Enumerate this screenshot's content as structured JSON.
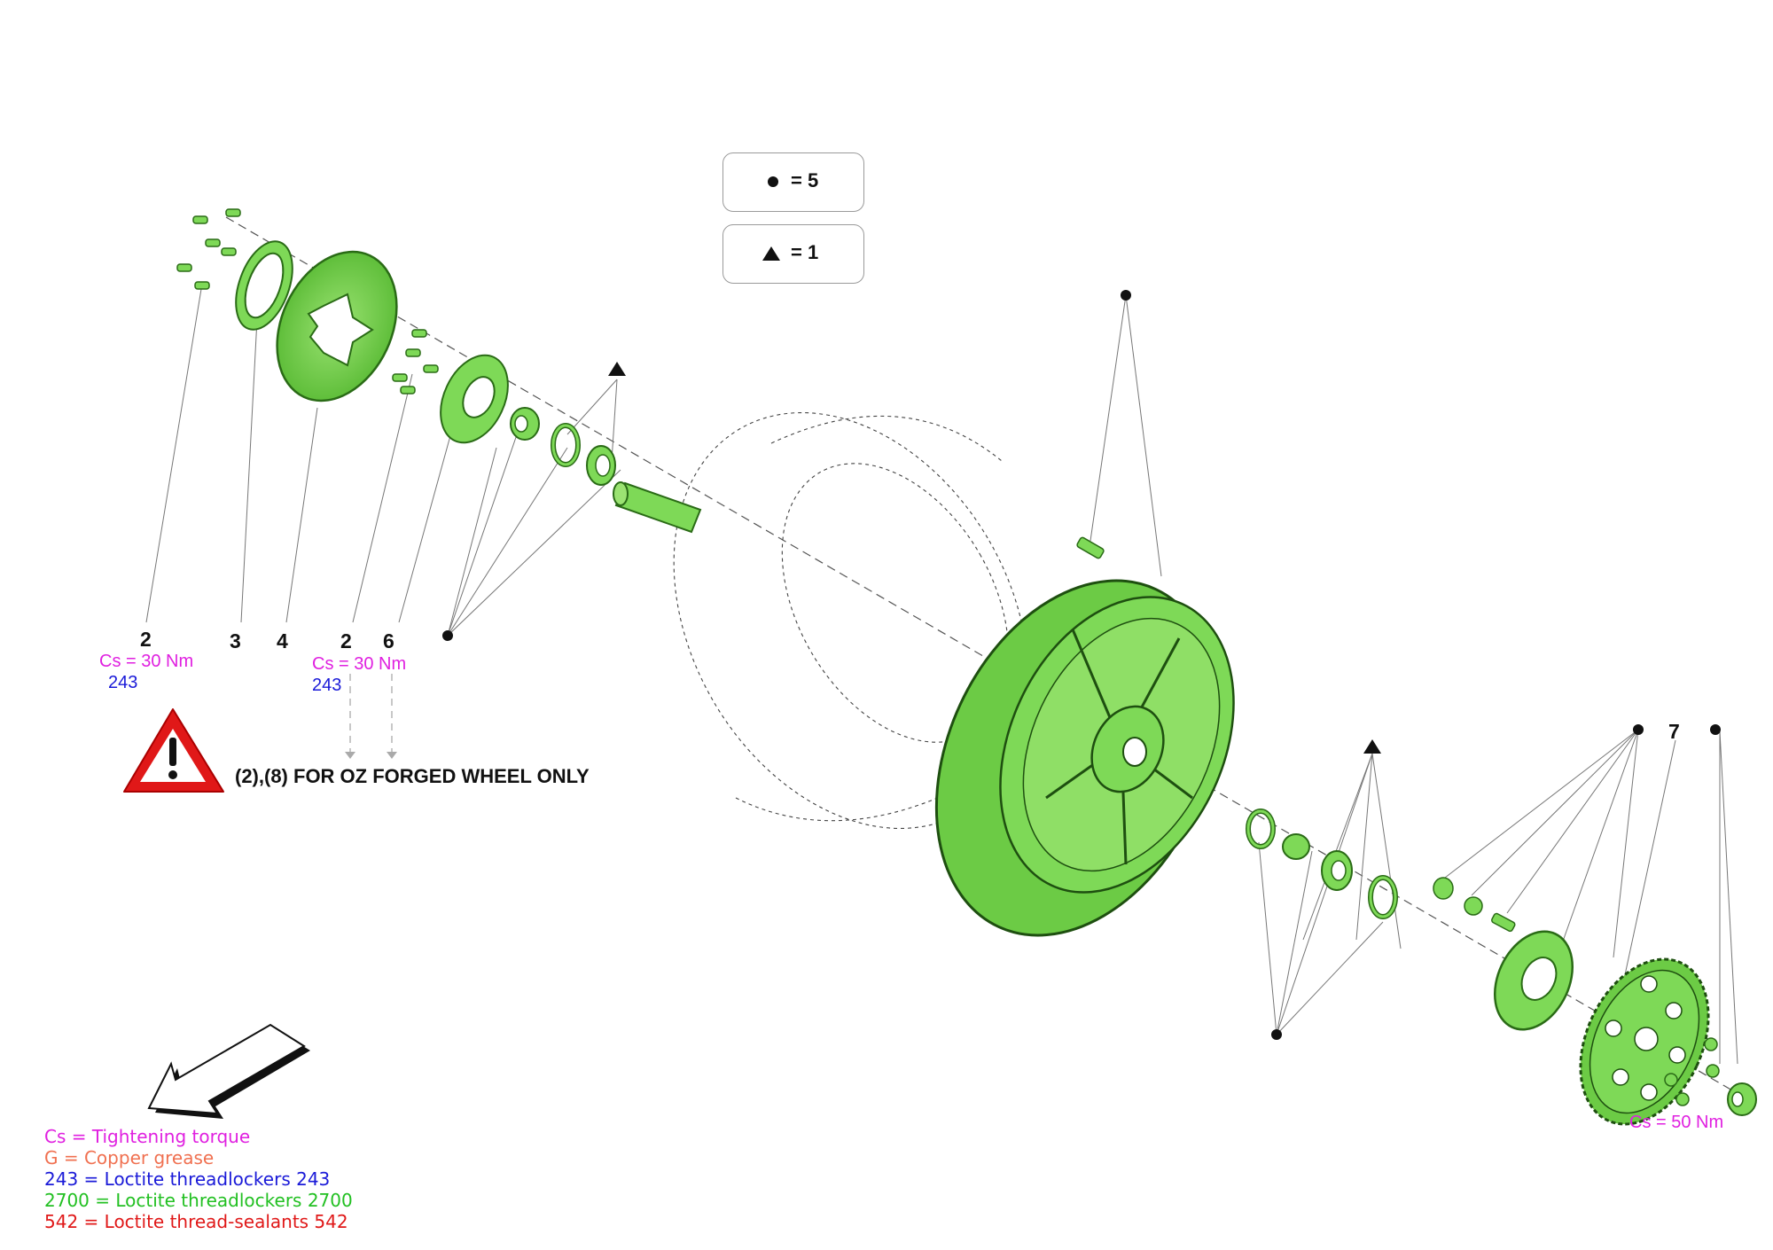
{
  "legend_symbols": [
    {
      "symbol": "dot",
      "text": "= 5"
    },
    {
      "symbol": "triangle",
      "text": "= 1"
    }
  ],
  "callouts": {
    "n2a": "2",
    "n3": "3",
    "n4": "4",
    "n2b": "2",
    "n6": "6",
    "n7": "7",
    "torque_left": "Cs = 30 Nm",
    "loctite_left": "243",
    "torque_mid": "Cs = 30 Nm",
    "loctite_mid": "243",
    "torque_right": "Cs = 50 Nm"
  },
  "warning": {
    "text": "(2),(8) FOR OZ FORGED WHEEL ONLY",
    "icon": "warning-triangle-icon"
  },
  "key": [
    {
      "text": "Cs = Tightening torque",
      "color": "#e020e0"
    },
    {
      "text": "G = Copper grease",
      "color": "#f07050"
    },
    {
      "text": "243 =  Loctite threadlockers 243",
      "color": "#1a1ad8"
    },
    {
      "text": "2700 = Loctite threadlockers 2700",
      "color": "#22c022"
    },
    {
      "text": "542 = Loctite thread-sealants 542",
      "color": "#e01818"
    }
  ],
  "colors": {
    "part": "#7ed957",
    "part_dark": "#2a6b16",
    "torque": "#e020e0",
    "loctite": "#1a1ad8"
  }
}
